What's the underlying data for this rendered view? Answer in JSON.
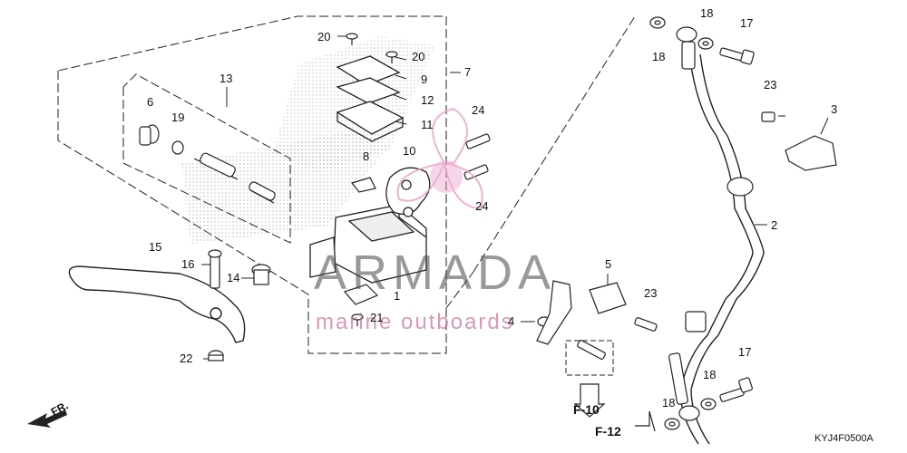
{
  "diagram": {
    "part_code": "KYJ4F0500A",
    "direction_label": "FR.",
    "refs": {
      "f10": "F-10",
      "f12": "F-12"
    },
    "callouts": {
      "c1": "1",
      "c2": "2",
      "c3": "3",
      "c4": "4",
      "c5": "5",
      "c6": "6",
      "c7": "7",
      "c8": "8",
      "c9": "9",
      "c10": "10",
      "c11": "11",
      "c12": "12",
      "c13": "13",
      "c14": "14",
      "c15": "15",
      "c16": "16",
      "c17a": "17",
      "c17b": "17",
      "c18a": "18",
      "c18b": "18",
      "c18c": "18",
      "c18d": "18",
      "c19": "19",
      "c20a": "20",
      "c20b": "20",
      "c21": "21",
      "c22": "22",
      "c23a": "23",
      "c23b": "23",
      "c24a": "24",
      "c24b": "24"
    }
  },
  "watermark": {
    "brand": "ARMADA",
    "tagline": "marine outboards",
    "logo_color": "#e8a0c8"
  }
}
